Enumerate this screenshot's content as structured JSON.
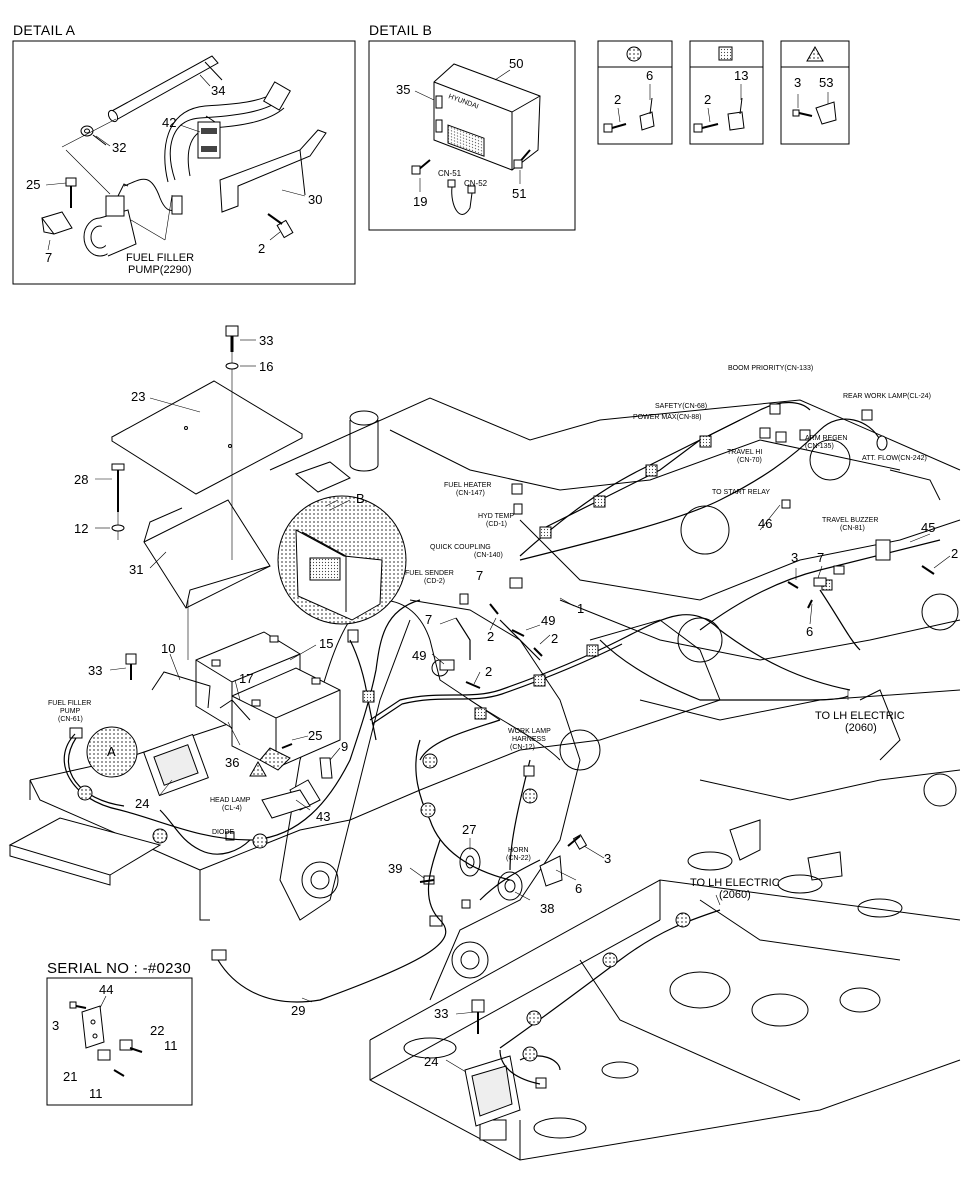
{
  "titles": {
    "detail_a": "DETAIL A",
    "detail_b": "DETAIL B",
    "serial": "SERIAL NO : -#0230"
  },
  "detail_a": {
    "parts": [
      "34",
      "32",
      "42",
      "25",
      "30",
      "7",
      "2"
    ],
    "label_line1": "FUEL FILLER",
    "label_line2": "PUMP(2290)"
  },
  "detail_b": {
    "parts": [
      "35",
      "50",
      "19",
      "51"
    ],
    "cn51": "CN-51",
    "cn52": "CN-52",
    "brand": "HYUNDAI"
  },
  "legend": {
    "circle": {
      "a": "2",
      "b": "6"
    },
    "square": {
      "a": "2",
      "b": "13"
    },
    "triangle": {
      "a": "3",
      "b": "53"
    }
  },
  "serial_box": {
    "parts": [
      "44",
      "3",
      "22",
      "11",
      "21",
      "11"
    ]
  },
  "main": {
    "parts": {
      "p33a": "33",
      "p16": "16",
      "p23": "23",
      "p28": "28",
      "p12": "12",
      "p31": "31",
      "p10": "10",
      "p15": "15",
      "p17": "17",
      "p33b": "33",
      "p25": "25",
      "p36": "36",
      "p9": "9",
      "p24a": "24",
      "p43": "43",
      "p7a": "7",
      "p7b": "7",
      "p2a": "2",
      "p49a": "49",
      "p2b": "2",
      "p49b": "49",
      "p2c": "2",
      "p1": "1",
      "p46": "46",
      "p3a": "3",
      "p7c": "7",
      "p45": "45",
      "p2d": "2",
      "p6a": "6",
      "p27": "27",
      "p39": "39",
      "p38": "38",
      "p3b": "3",
      "p6b": "6",
      "p29": "29",
      "p33c": "33",
      "p24b": "24",
      "pB": "B",
      "pA": "A"
    },
    "labels": {
      "boom_priority": "BOOM PRIORITY(CN-133)",
      "rear_work_lamp": "REAR WORK LAMP(CL-24)",
      "safety": "SAFETY(CN-68)",
      "power_max": "POWER MAX(CN-88)",
      "arm_regen": "ARM REGEN",
      "arm_regen_cn": "(CN-135)",
      "travel_hi": "TRAVEL HI",
      "travel_hi_cn": "(CN-70)",
      "att_flow": "ATT. FLOW(CN-242)",
      "fuel_heater": "FUEL HEATER",
      "fuel_heater_cn": "(CN-147)",
      "to_start_relay": "TO START RELAY",
      "hyd_temp": "HYD TEMP",
      "hyd_temp_cn": "(CD-1)",
      "travel_buzzer": "TRAVEL BUZZER",
      "travel_buzzer_cn": "(CN-81)",
      "quick_coupling": "QUICK COUPLING",
      "quick_coupling_cn": "(CN-140)",
      "fuel_sender": "FUEL SENDER",
      "fuel_sender_cn": "(CD-2)",
      "fuel_filler_pump": "FUEL FILLER",
      "fuel_filler_pump2": "PUMP",
      "fuel_filler_pump_cn": "(CN-61)",
      "to_lh_1": "TO LH ELECTRIC",
      "to_lh_1_code": "(2060)",
      "work_lamp": "WORK LAMP",
      "work_lamp2": "HARNESS",
      "work_lamp_cn": "(CN-12)",
      "head_lamp": "HEAD LAMP",
      "head_lamp_cn": "(CL-4)",
      "diode": "DIODE",
      "horn": "HORN",
      "horn_cn": "(CN-22)",
      "to_lh_2": "TO LH ELECTRIC",
      "to_lh_2_code": "(2060)"
    }
  }
}
